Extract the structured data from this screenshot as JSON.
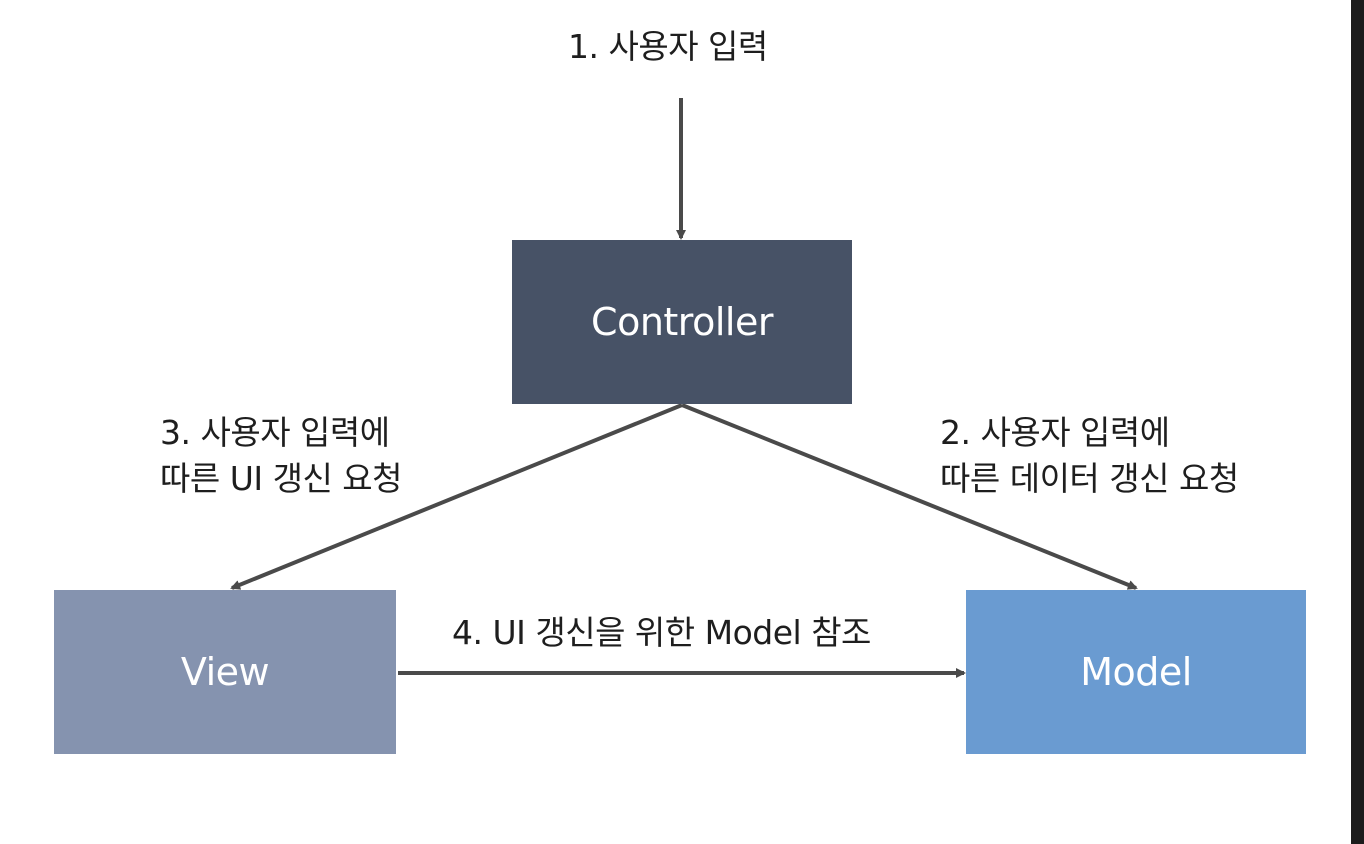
{
  "colors": {
    "controller": "#475266",
    "view": "#8593af",
    "model": "#6a9bd1",
    "arrow": "#4a4a4a",
    "text": "#1e1e1e"
  },
  "boxes": {
    "controller": {
      "label": "Controller"
    },
    "view": {
      "label": "View"
    },
    "model": {
      "label": "Model"
    }
  },
  "labels": {
    "step1": {
      "line1": "1. 사용자 입력"
    },
    "step2": {
      "line1": "2. 사용자 입력에",
      "line2": "따른 데이터 갱신 요청"
    },
    "step3": {
      "line1": "3. 사용자 입력에",
      "line2": "따른 UI 갱신 요청"
    },
    "step4": {
      "line1": "4. UI 갱신을 위한 Model 참조"
    }
  }
}
